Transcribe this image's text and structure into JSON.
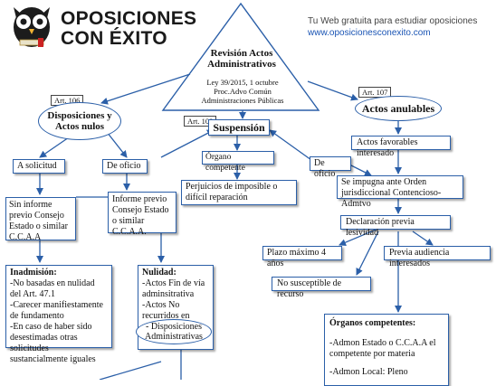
{
  "header": {
    "logo_line1": "OPOSICIONES",
    "logo_line2": "CON ÉXITO",
    "tagline": "Tu Web gratuita para estudiar oposiciones",
    "url": "www.oposicionesconexito.com"
  },
  "triangle": {
    "title": "Revisión Actos Administrativos",
    "law": "Ley 39/2015, 1 octubre",
    "proc1": "Proc.Advo Común",
    "proc2": "Administraciones Públicas"
  },
  "tags": {
    "art106": "Art. 106",
    "art107": "Art. 107",
    "art108": "Art. 108"
  },
  "nodes": {
    "disposiciones": "Disposiciones y Actos nulos",
    "a_solicitud": "A solicitud",
    "de_oficio_left": "De oficio",
    "sin_informe": "Sin informe previo Consejo Estado o similar C.C.A.A",
    "informe_previo": "Informe previo Consejo Estado o similar C.C.A.A.",
    "inadmision_title": "Inadmisión:",
    "inadmision_items": [
      "-No basadas en nulidad del Art. 47.1",
      "-Carecer manifiestamente de fundamento",
      "-En caso de haber sido desestimadas otras solicitudes sustancialmente iguales"
    ],
    "nulidad_title": "Nulidad:",
    "nulidad_items": [
      "-Actos Fin de vía adminsitrativa",
      "-Actos No recurridos en plazo"
    ],
    "disposiciones_adm": "- Disposiciones Administrativas",
    "suspension": "Suspensión",
    "organo_competente": "Órgano competente",
    "perjuicios": "Perjuicios de imposible o difícil reparación",
    "actos_anulables": "Actos anulables",
    "actos_favorables": "Actos favorables interesado",
    "de_oficio_right": "De oficio",
    "se_impugna": "Se impugna ante Orden jurisdiccional Contencioso-Admtvo",
    "declaracion": "Declaración previa lesividad",
    "plazo": "Plazo máximo 4 años",
    "no_susceptible": "No susceptible de recurso",
    "previa_audiencia": "Previa audiencia interesados",
    "organos_title": "Órganos competentes:",
    "organos_items": [
      "-Admon Estado o C.C.A.A el competente por materia",
      "-Admon Local: Pleno"
    ]
  },
  "colors": {
    "border": "#2b5fa8",
    "arrow": "#2b5fa8",
    "url": "#1a54b4"
  }
}
